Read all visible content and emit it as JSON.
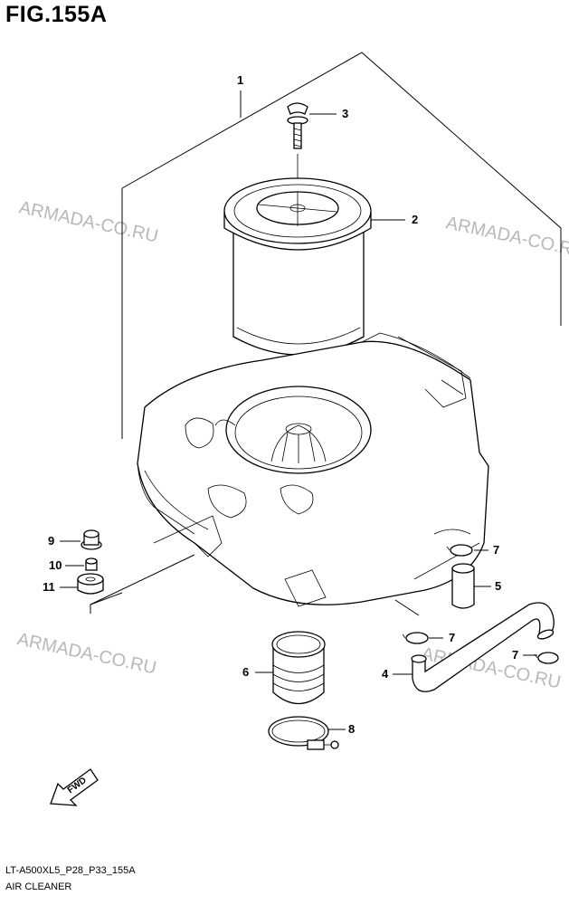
{
  "figure_title": "FIG.155A",
  "watermark_text": "ARMADA-CO.RU",
  "footer": {
    "code": "LT-A500XL5_P28_P33_155A",
    "name": "AIR CLEANER"
  },
  "callouts": {
    "c1": "1",
    "c2": "2",
    "c3": "3",
    "c4": "4",
    "c5": "5",
    "c6": "6",
    "c7a": "7",
    "c7b": "7",
    "c7c": "7",
    "c8": "8",
    "c9": "9",
    "c10": "10",
    "c11": "11"
  },
  "fwd_label": "FWD",
  "colors": {
    "ink": "#000000",
    "watermark": "#b8b8b8"
  }
}
